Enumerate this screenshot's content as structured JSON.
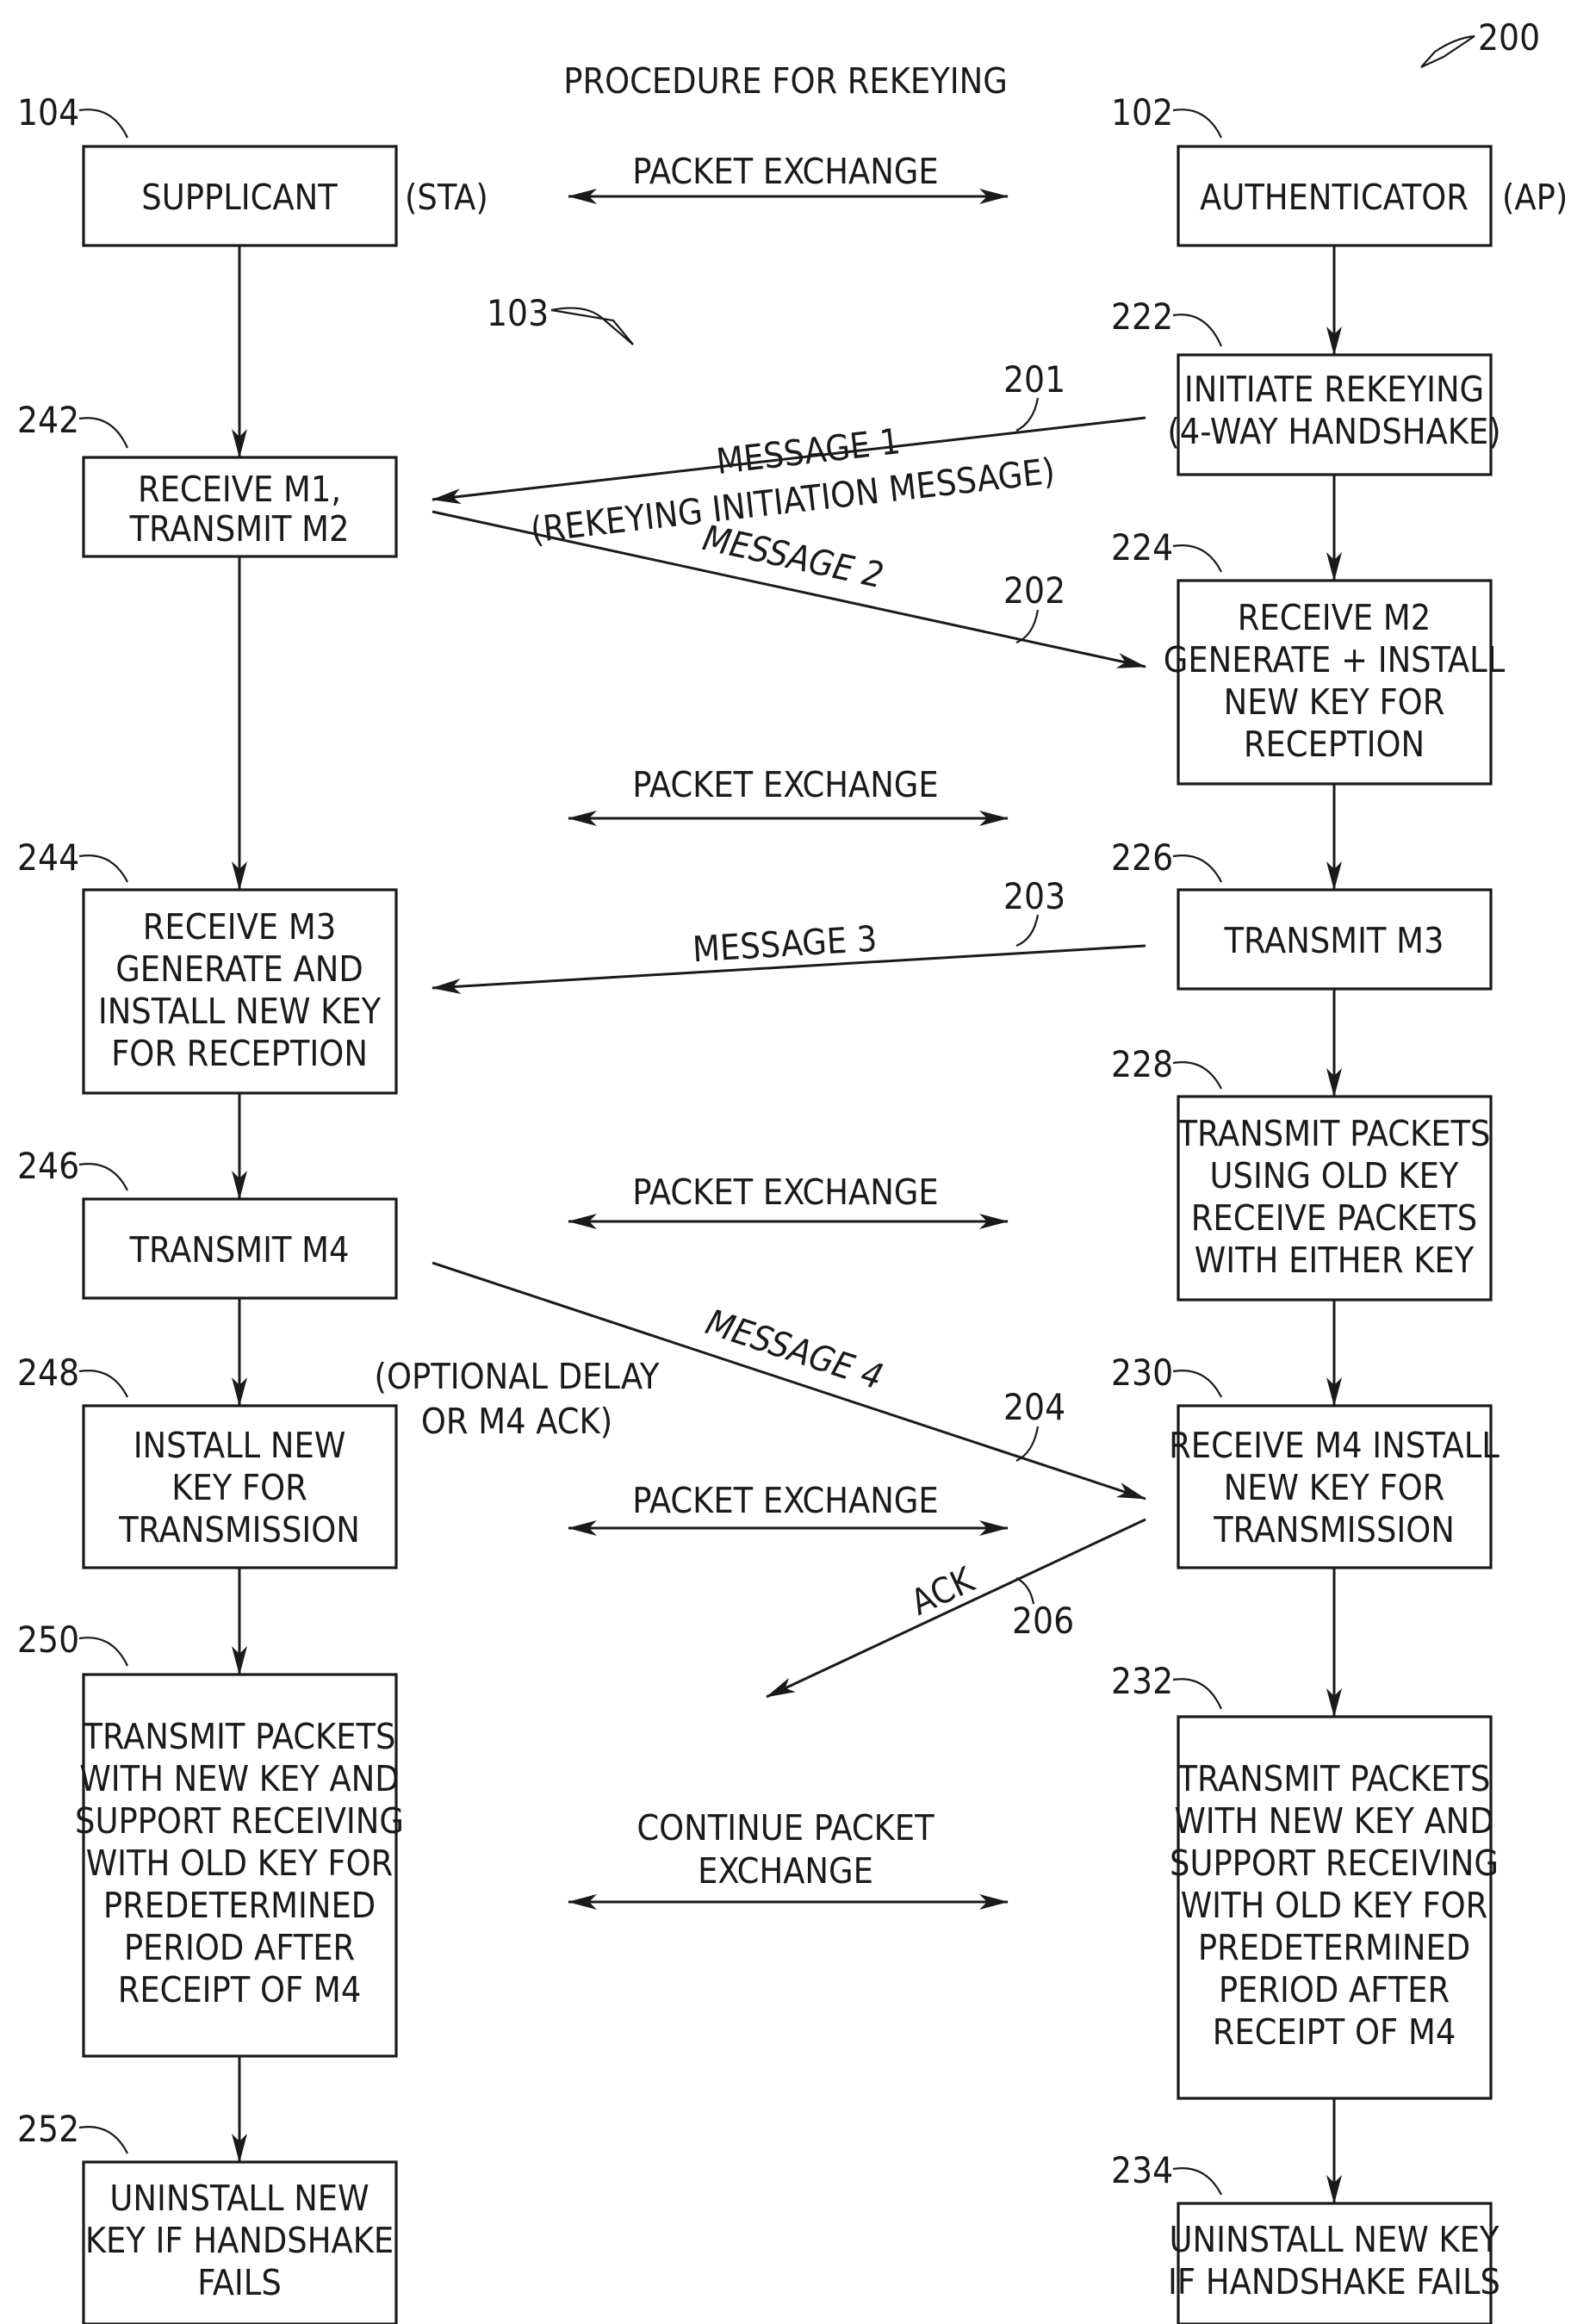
{
  "title": "PROCEDURE FOR REKEYING",
  "figure_ref": "200",
  "supplicant": {
    "ref": "104",
    "label": "SUPPLICANT",
    "tag": "(STA)"
  },
  "authenticator": {
    "ref": "102",
    "label": "AUTHENTICATOR",
    "tag": "(AP)"
  },
  "flow_ref": "103",
  "packet_exchange": "PACKET EXCHANGE",
  "continue_exchange": [
    "CONTINUE PACKET",
    "EXCHANGE"
  ],
  "optional_delay": [
    "(OPTIONAL DELAY",
    "OR M4 ACK)"
  ],
  "left_steps": [
    {
      "ref": "242",
      "lines": [
        "RECEIVE M1,",
        "TRANSMIT M2"
      ]
    },
    {
      "ref": "244",
      "lines": [
        "RECEIVE M3",
        "GENERATE AND",
        "INSTALL NEW KEY",
        "FOR RECEPTION"
      ]
    },
    {
      "ref": "246",
      "lines": [
        "TRANSMIT M4"
      ]
    },
    {
      "ref": "248",
      "lines": [
        "INSTALL NEW",
        "KEY FOR",
        "TRANSMISSION"
      ]
    },
    {
      "ref": "250",
      "lines": [
        "TRANSMIT PACKETS",
        "WITH NEW KEY AND",
        "SUPPORT RECEIVING",
        "WITH OLD KEY FOR",
        "PREDETERMINED",
        "PERIOD AFTER",
        "RECEIPT OF M4"
      ]
    },
    {
      "ref": "252",
      "lines": [
        "UNINSTALL NEW",
        "KEY IF HANDSHAKE",
        "FAILS"
      ]
    }
  ],
  "right_steps": [
    {
      "ref": "222",
      "lines": [
        "INITIATE REKEYING",
        "(4-WAY HANDSHAKE)"
      ]
    },
    {
      "ref": "224",
      "lines": [
        "RECEIVE M2",
        "GENERATE + INSTALL",
        "NEW KEY FOR",
        "RECEPTION"
      ]
    },
    {
      "ref": "226",
      "lines": [
        "TRANSMIT M3"
      ]
    },
    {
      "ref": "228",
      "lines": [
        "TRANSMIT PACKETS",
        "USING OLD KEY",
        "RECEIVE PACKETS",
        "WITH EITHER KEY"
      ]
    },
    {
      "ref": "230",
      "lines": [
        "RECEIVE M4 INSTALL",
        "NEW KEY FOR",
        "TRANSMISSION"
      ]
    },
    {
      "ref": "232",
      "lines": [
        "TRANSMIT PACKETS",
        "WITH NEW KEY AND",
        "SUPPORT RECEIVING",
        "WITH OLD KEY FOR",
        "PREDETERMINED",
        "PERIOD AFTER",
        "RECEIPT OF M4"
      ]
    },
    {
      "ref": "234",
      "lines": [
        "UNINSTALL NEW KEY",
        "IF HANDSHAKE FAILS"
      ]
    }
  ],
  "messages": [
    {
      "ref": "201",
      "label": "MESSAGE 1",
      "sublabel": "(REKEYING INITIATION MESSAGE)"
    },
    {
      "ref": "202",
      "label": "MESSAGE 2"
    },
    {
      "ref": "203",
      "label": "MESSAGE 3"
    },
    {
      "ref": "204",
      "label": "MESSAGE 4"
    },
    {
      "ref": "206",
      "label": "ACK"
    }
  ]
}
